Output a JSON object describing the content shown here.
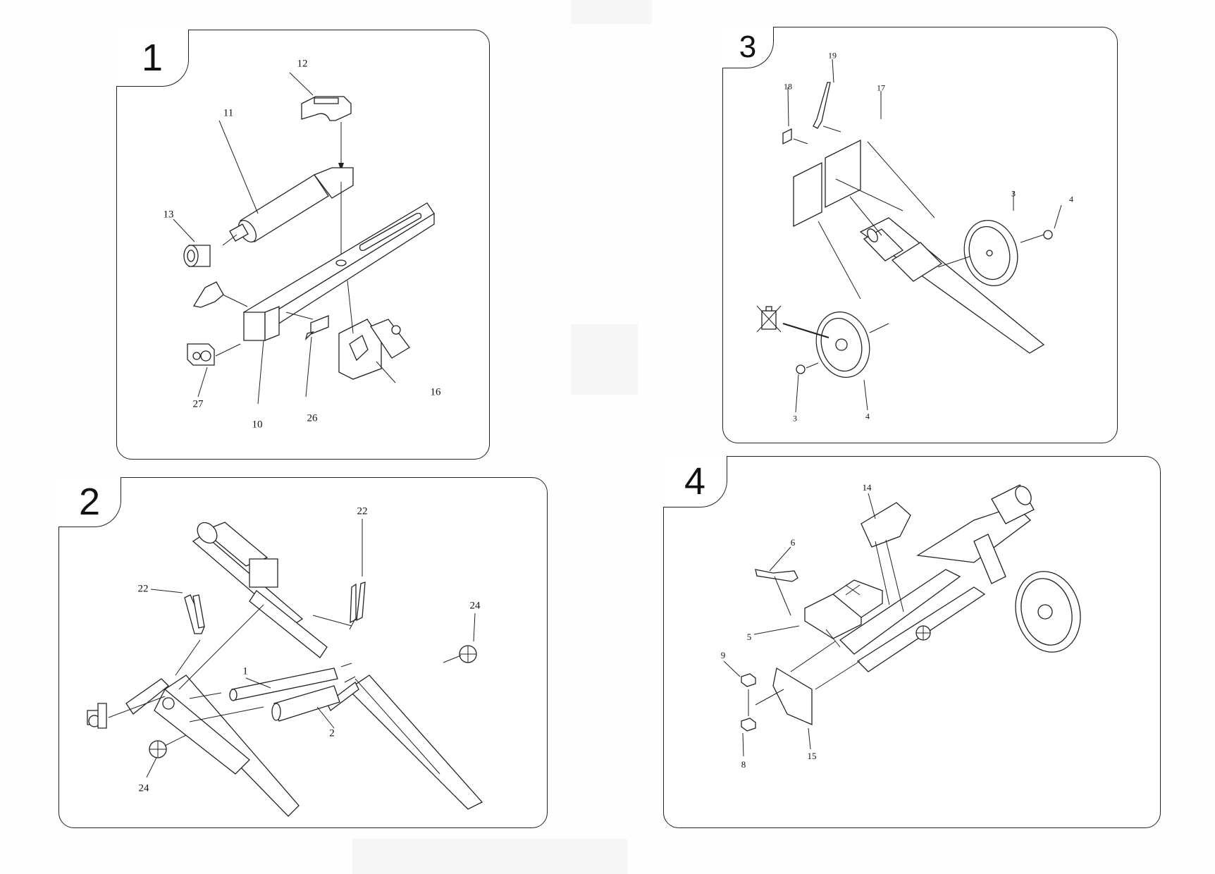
{
  "document": {
    "type": "assembly-instructions",
    "steps": [
      {
        "number": "1",
        "part_labels": [
          "12",
          "11",
          "13",
          "27",
          "10",
          "26",
          "16"
        ]
      },
      {
        "number": "2",
        "part_labels": [
          "22",
          "22",
          "24",
          "1",
          "2",
          "24"
        ]
      },
      {
        "number": "3",
        "part_labels": [
          "19",
          "18",
          "17",
          "3",
          "4",
          "3",
          "4"
        ],
        "symbols": [
          "no-glue-icon"
        ]
      },
      {
        "number": "4",
        "part_labels": [
          "14",
          "6",
          "5",
          "9",
          "15",
          "8"
        ]
      }
    ]
  }
}
